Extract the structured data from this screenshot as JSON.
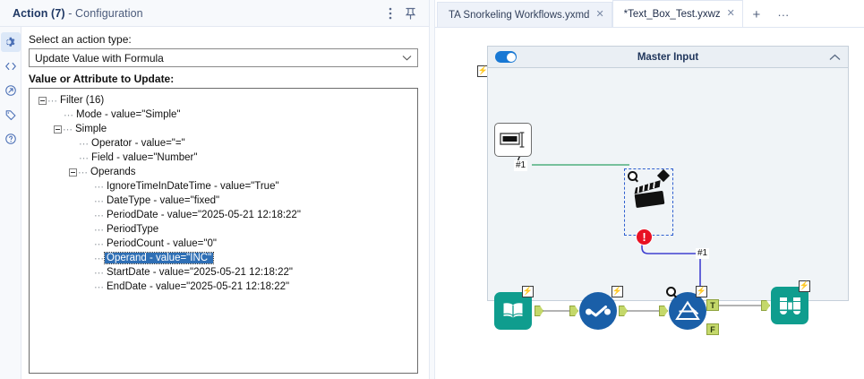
{
  "config_panel": {
    "title_main": "Action (7)",
    "title_sub": " - Configuration",
    "menu_icon": "kebab-menu-icon",
    "pin_icon": "pin-icon",
    "rail_items": [
      {
        "name": "configuration",
        "icon": "gear-icon",
        "active": true
      },
      {
        "name": "xml-view",
        "icon": "code-brackets-icon",
        "active": false
      },
      {
        "name": "annotation",
        "icon": "annotation-arrow-icon",
        "active": false
      },
      {
        "name": "tags",
        "icon": "tag-icon",
        "active": false
      },
      {
        "name": "help",
        "icon": "question-circle-icon",
        "active": false
      }
    ],
    "action_type_label": "Select an action type:",
    "action_type_value": "Update Value with Formula",
    "action_type_options": [
      "Update Value with Formula"
    ],
    "value_attribute_label": "Value or Attribute to Update:",
    "tree": [
      {
        "depth": 0,
        "expander": "minus",
        "label": "Filter (16)",
        "selected": false
      },
      {
        "depth": 1,
        "expander": "none",
        "label": "Mode - value=\"Simple\"",
        "selected": false
      },
      {
        "depth": 1,
        "expander": "minus",
        "label": "Simple",
        "selected": false
      },
      {
        "depth": 2,
        "expander": "none",
        "label": "Operator - value=\"=\"",
        "selected": false
      },
      {
        "depth": 2,
        "expander": "none",
        "label": "Field - value=\"Number\"",
        "selected": false
      },
      {
        "depth": 2,
        "expander": "minus",
        "label": "Operands",
        "selected": false
      },
      {
        "depth": 3,
        "expander": "none",
        "label": "IgnoreTimeInDateTime - value=\"True\"",
        "selected": false
      },
      {
        "depth": 3,
        "expander": "none",
        "label": "DateType - value=\"fixed\"",
        "selected": false
      },
      {
        "depth": 3,
        "expander": "none",
        "label": "PeriodDate - value=\"2025-05-21 12:18:22\"",
        "selected": false
      },
      {
        "depth": 3,
        "expander": "none",
        "label": "PeriodType",
        "selected": false
      },
      {
        "depth": 3,
        "expander": "none",
        "label": "PeriodCount - value=\"0\"",
        "selected": false
      },
      {
        "depth": 3,
        "expander": "none",
        "label": "Operand - value=\"INC\"",
        "selected": true
      },
      {
        "depth": 3,
        "expander": "none",
        "label": "StartDate - value=\"2025-05-21 12:18:22\"",
        "selected": false
      },
      {
        "depth": 3,
        "expander": "none",
        "label": "EndDate - value=\"2025-05-21 12:18:22\"",
        "selected": false
      }
    ]
  },
  "tabs": {
    "items": [
      {
        "name": "TA Snorkeling Workflows.yxmd",
        "active": false
      },
      {
        "name": "*Text_Box_Test.yxwz",
        "active": true
      }
    ],
    "close_glyph": "✕",
    "new_tab_label": "+",
    "overflow_label": "···"
  },
  "canvas": {
    "container": {
      "title": "Master Input",
      "toggle_on": true,
      "collapse_icon": "chevron-up-icon",
      "badge": "lightning-icon"
    },
    "outer_badge": "lightning-icon",
    "connection_labels": [
      "#1",
      "#1"
    ],
    "tools": [
      {
        "id": "text-input",
        "icon": "text-input-icon",
        "badge": "none",
        "color": "#ffffff"
      },
      {
        "id": "action",
        "icon": "clapperboard-icon",
        "badge": "error",
        "color": "#000000",
        "selected": true,
        "error_glyph": "!"
      },
      {
        "id": "directory",
        "icon": "open-book-icon",
        "badge": "lightning-icon",
        "color": "#0f9d8e"
      },
      {
        "id": "formula",
        "icon": "formula-check-icon",
        "badge": "lightning-icon",
        "color": "#1a5fa8"
      },
      {
        "id": "filter",
        "icon": "filter-funnel-icon",
        "badge": "lightning-icon",
        "color": "#1a5fa8",
        "outputs": [
          "T",
          "F"
        ]
      },
      {
        "id": "browse",
        "icon": "binoculars-icon",
        "badge": "lightning-icon",
        "color": "#0f9d8e"
      }
    ],
    "wire_colors": {
      "green": "#4fae7f",
      "blue": "#4040d0",
      "gray": "#9a9a9a"
    }
  }
}
